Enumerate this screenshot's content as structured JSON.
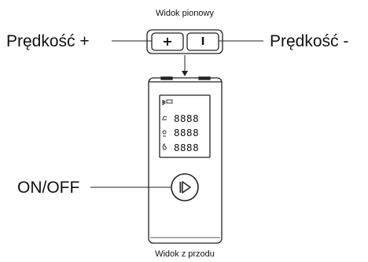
{
  "top_caption": "Widok pionowy",
  "bottom_caption": "Widok z przodu",
  "labels": {
    "speed_plus": "Prędkość +",
    "speed_minus": "Prędkość -",
    "on_off": "ON/OFF"
  },
  "buttons": {
    "plus_symbol": "+",
    "minus_symbol": "I"
  },
  "display": {
    "rows": [
      {
        "icon": "speed-icon",
        "digits": "8888"
      },
      {
        "icon": "person-icon",
        "digits": "8888"
      },
      {
        "icon": "flame-icon",
        "digits": "8888"
      }
    ],
    "status_icons": [
      "bluetooth-icon",
      "battery-icon"
    ]
  },
  "colors": {
    "line": "#222222",
    "text": "#111111"
  }
}
